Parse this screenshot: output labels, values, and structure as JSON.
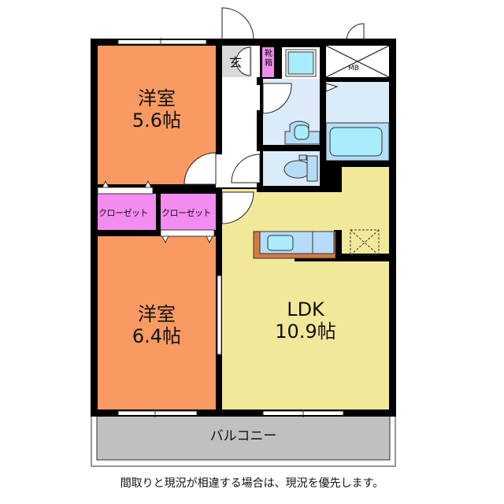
{
  "floor_plan": {
    "rooms": [
      {
        "id": "western-room-1",
        "name": "洋室",
        "size": "5.6帖",
        "color": "#f99a63"
      },
      {
        "id": "western-room-2",
        "name": "洋室",
        "size": "6.4帖",
        "color": "#f99a63"
      },
      {
        "id": "ldk",
        "name": "LDK",
        "size": "10.9帖",
        "color": "#f2e89a"
      }
    ],
    "closets": [
      {
        "label": "クローゼット",
        "color": "#f28cf0"
      },
      {
        "label": "クローゼット",
        "color": "#f28cf0"
      }
    ],
    "entrance": {
      "label": "玄",
      "color": "#d9d9d9"
    },
    "shoe_box": {
      "label": "靴箱",
      "color": "#f28cf0"
    },
    "meter_box": {
      "label": "MB"
    },
    "balcony": {
      "label": "バルコニー",
      "color": "#c0c0c0"
    },
    "wet_area_color": "#dcebf8",
    "fixture_color": "#b6dcf7",
    "basin_color": "#a9ecfb"
  },
  "note": "間取りと現況が相違する場合は、現況を優先します。"
}
